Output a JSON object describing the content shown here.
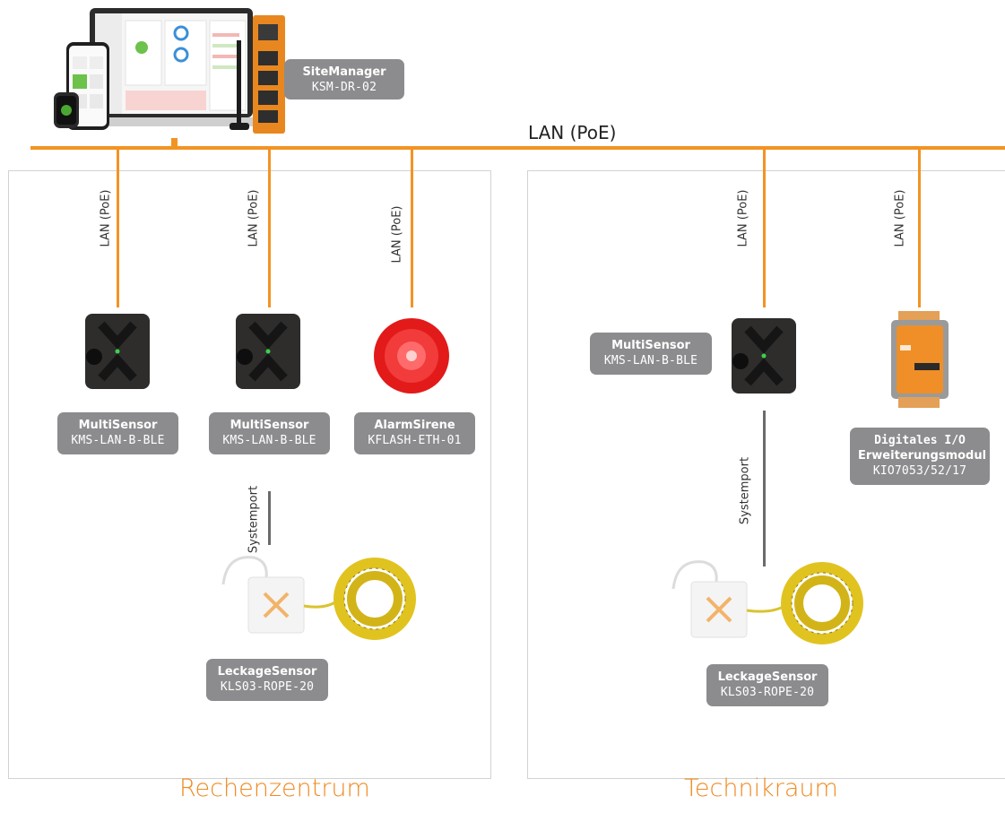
{
  "backbone_label": "LAN (PoE)",
  "drop_label": "LAN (PoE)",
  "systemport_label": "Systemport",
  "sitemanager": {
    "name": "SiteManager",
    "model": "KSM-DR-02"
  },
  "rooms": {
    "left": {
      "title": "Rechenzentrum",
      "devices": [
        {
          "name": "MultiSensor",
          "model": "KMS-LAN-B-BLE"
        },
        {
          "name": "MultiSensor",
          "model": "KMS-LAN-B-BLE"
        },
        {
          "name": "AlarmSirene",
          "model": "KFLASH-ETH-01"
        }
      ],
      "leak": {
        "name": "LeckageSensor",
        "model": "KLS03-ROPE-20"
      }
    },
    "right": {
      "title": "Technikraum",
      "multisensor": {
        "name": "MultiSensor",
        "model": "KMS-LAN-B-BLE"
      },
      "io": {
        "name1": "Digitales I/O",
        "name2": "Erweiterungsmodul",
        "model": "KIO7053/52/17"
      },
      "leak": {
        "name": "LeckageSensor",
        "model": "KLS03-ROPE-20"
      }
    }
  },
  "colors": {
    "accent": "#f39323",
    "tag_bg": "#8c8c8e",
    "room_border": "#d2d2d2"
  },
  "icons": [
    "laptop-dashboard",
    "phone",
    "smartwatch",
    "sitemanager-device",
    "multisensor",
    "alarm-siren",
    "leak-sensor",
    "io-module"
  ]
}
